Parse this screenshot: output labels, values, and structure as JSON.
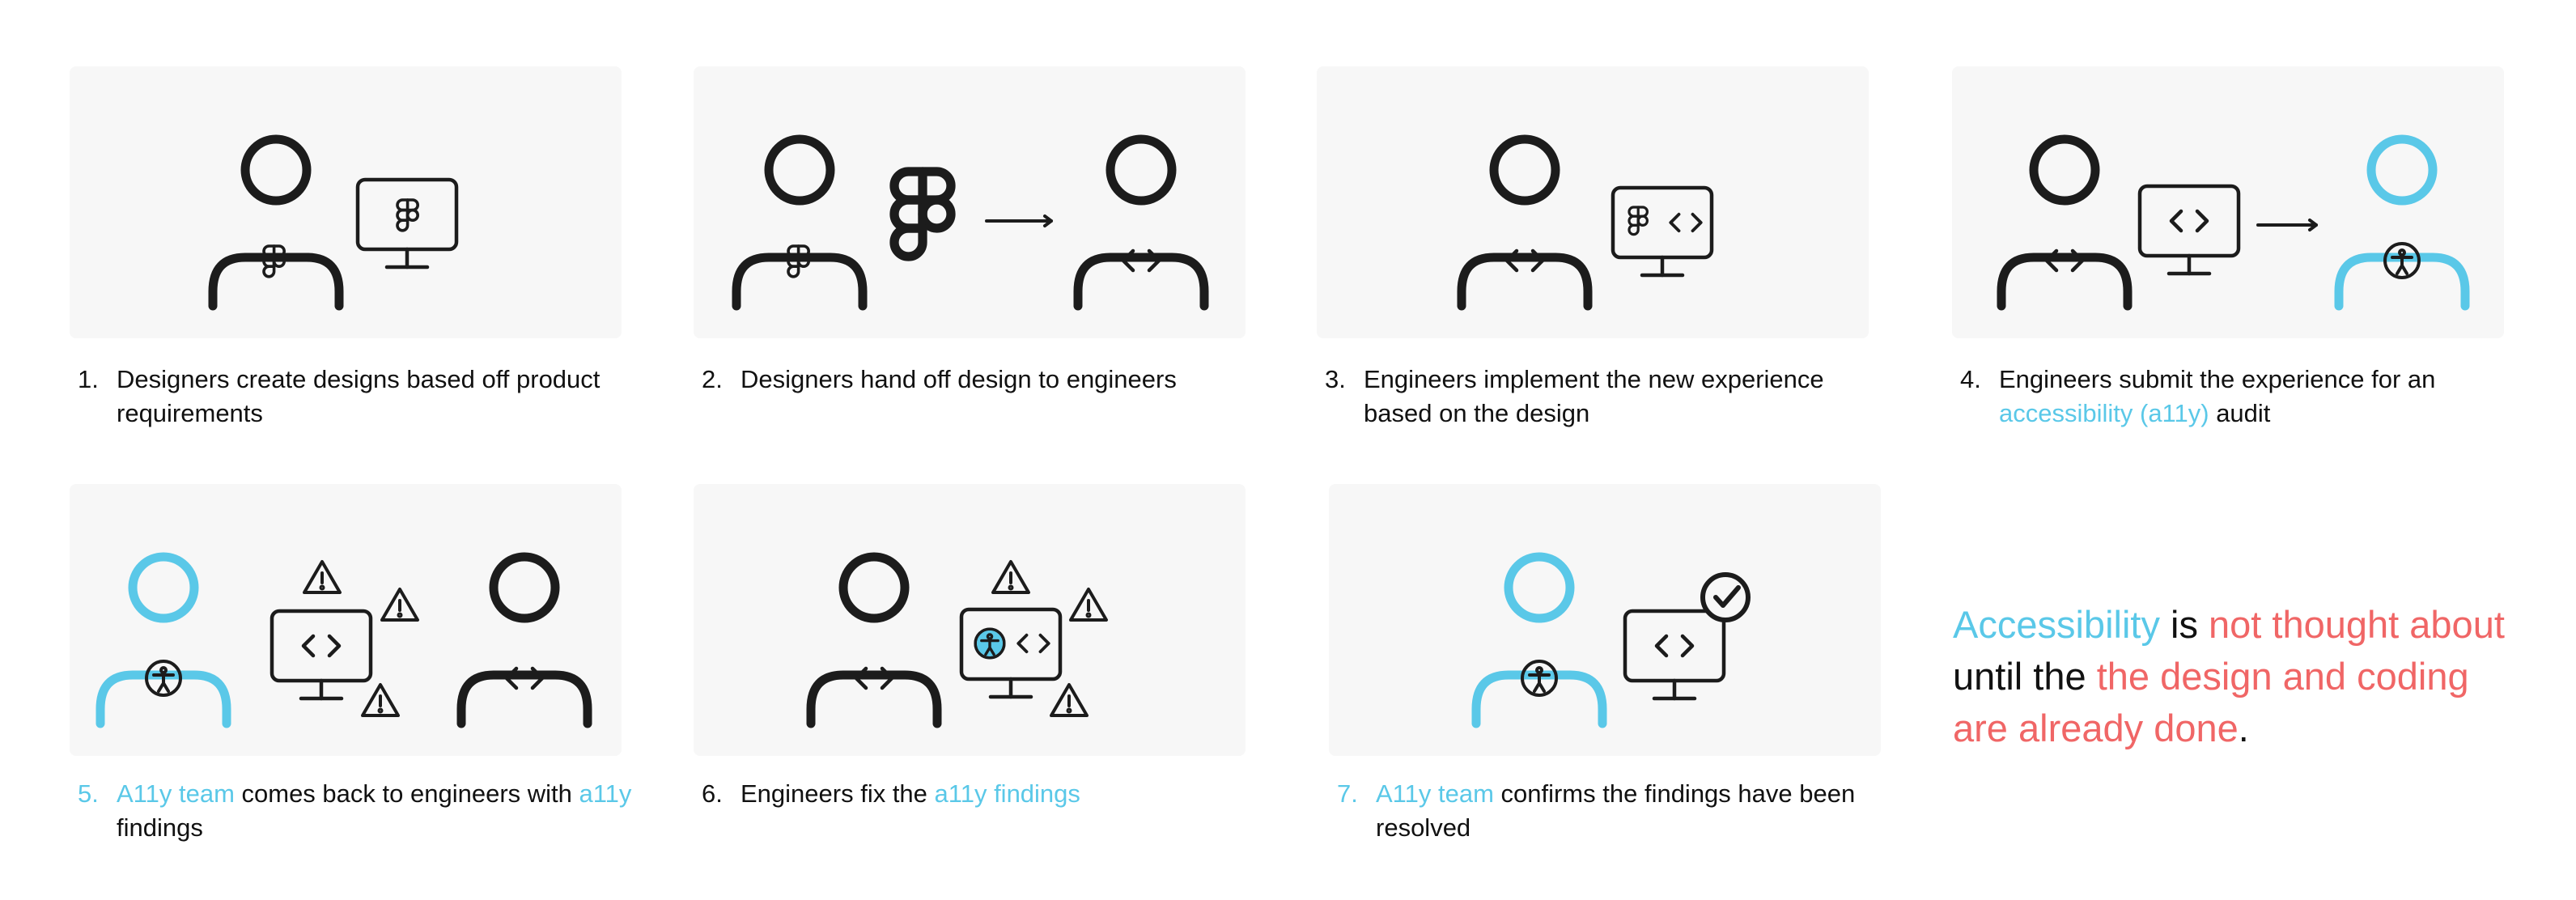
{
  "steps": [
    {
      "number": "1.",
      "text": "Designers create designs based off product requirements"
    },
    {
      "number": "2.",
      "text": "Designers hand off design to engineers"
    },
    {
      "number": "3.",
      "text": "Engineers implement the new experience based on the design"
    },
    {
      "number": "4.",
      "text_before": "Engineers submit the experience for an ",
      "highlight": "accessibility (a11y)",
      "text_after": " audit"
    },
    {
      "number": "5.",
      "highlight": "A11y team",
      "text_mid": " comes back to engineers with ",
      "highlight2": "a11y",
      "text_after": " findings"
    },
    {
      "number": "6.",
      "text_before": "Engineers fix the ",
      "highlight": "a11y findings"
    },
    {
      "number": "7.",
      "highlight": "A11y team",
      "text_after": " confirms the findings have been resolved"
    }
  ],
  "conclusion": {
    "part1": "Accessibility",
    "part2": " is ",
    "part3": "not thought about",
    "part4": " until the ",
    "part5": "the design and coding are already done",
    "part6": "."
  },
  "colors": {
    "accent_blue": "#5ac8e8",
    "accent_red": "#f06666",
    "ink": "#1c1c1c",
    "card_bg": "#f7f7f7"
  }
}
